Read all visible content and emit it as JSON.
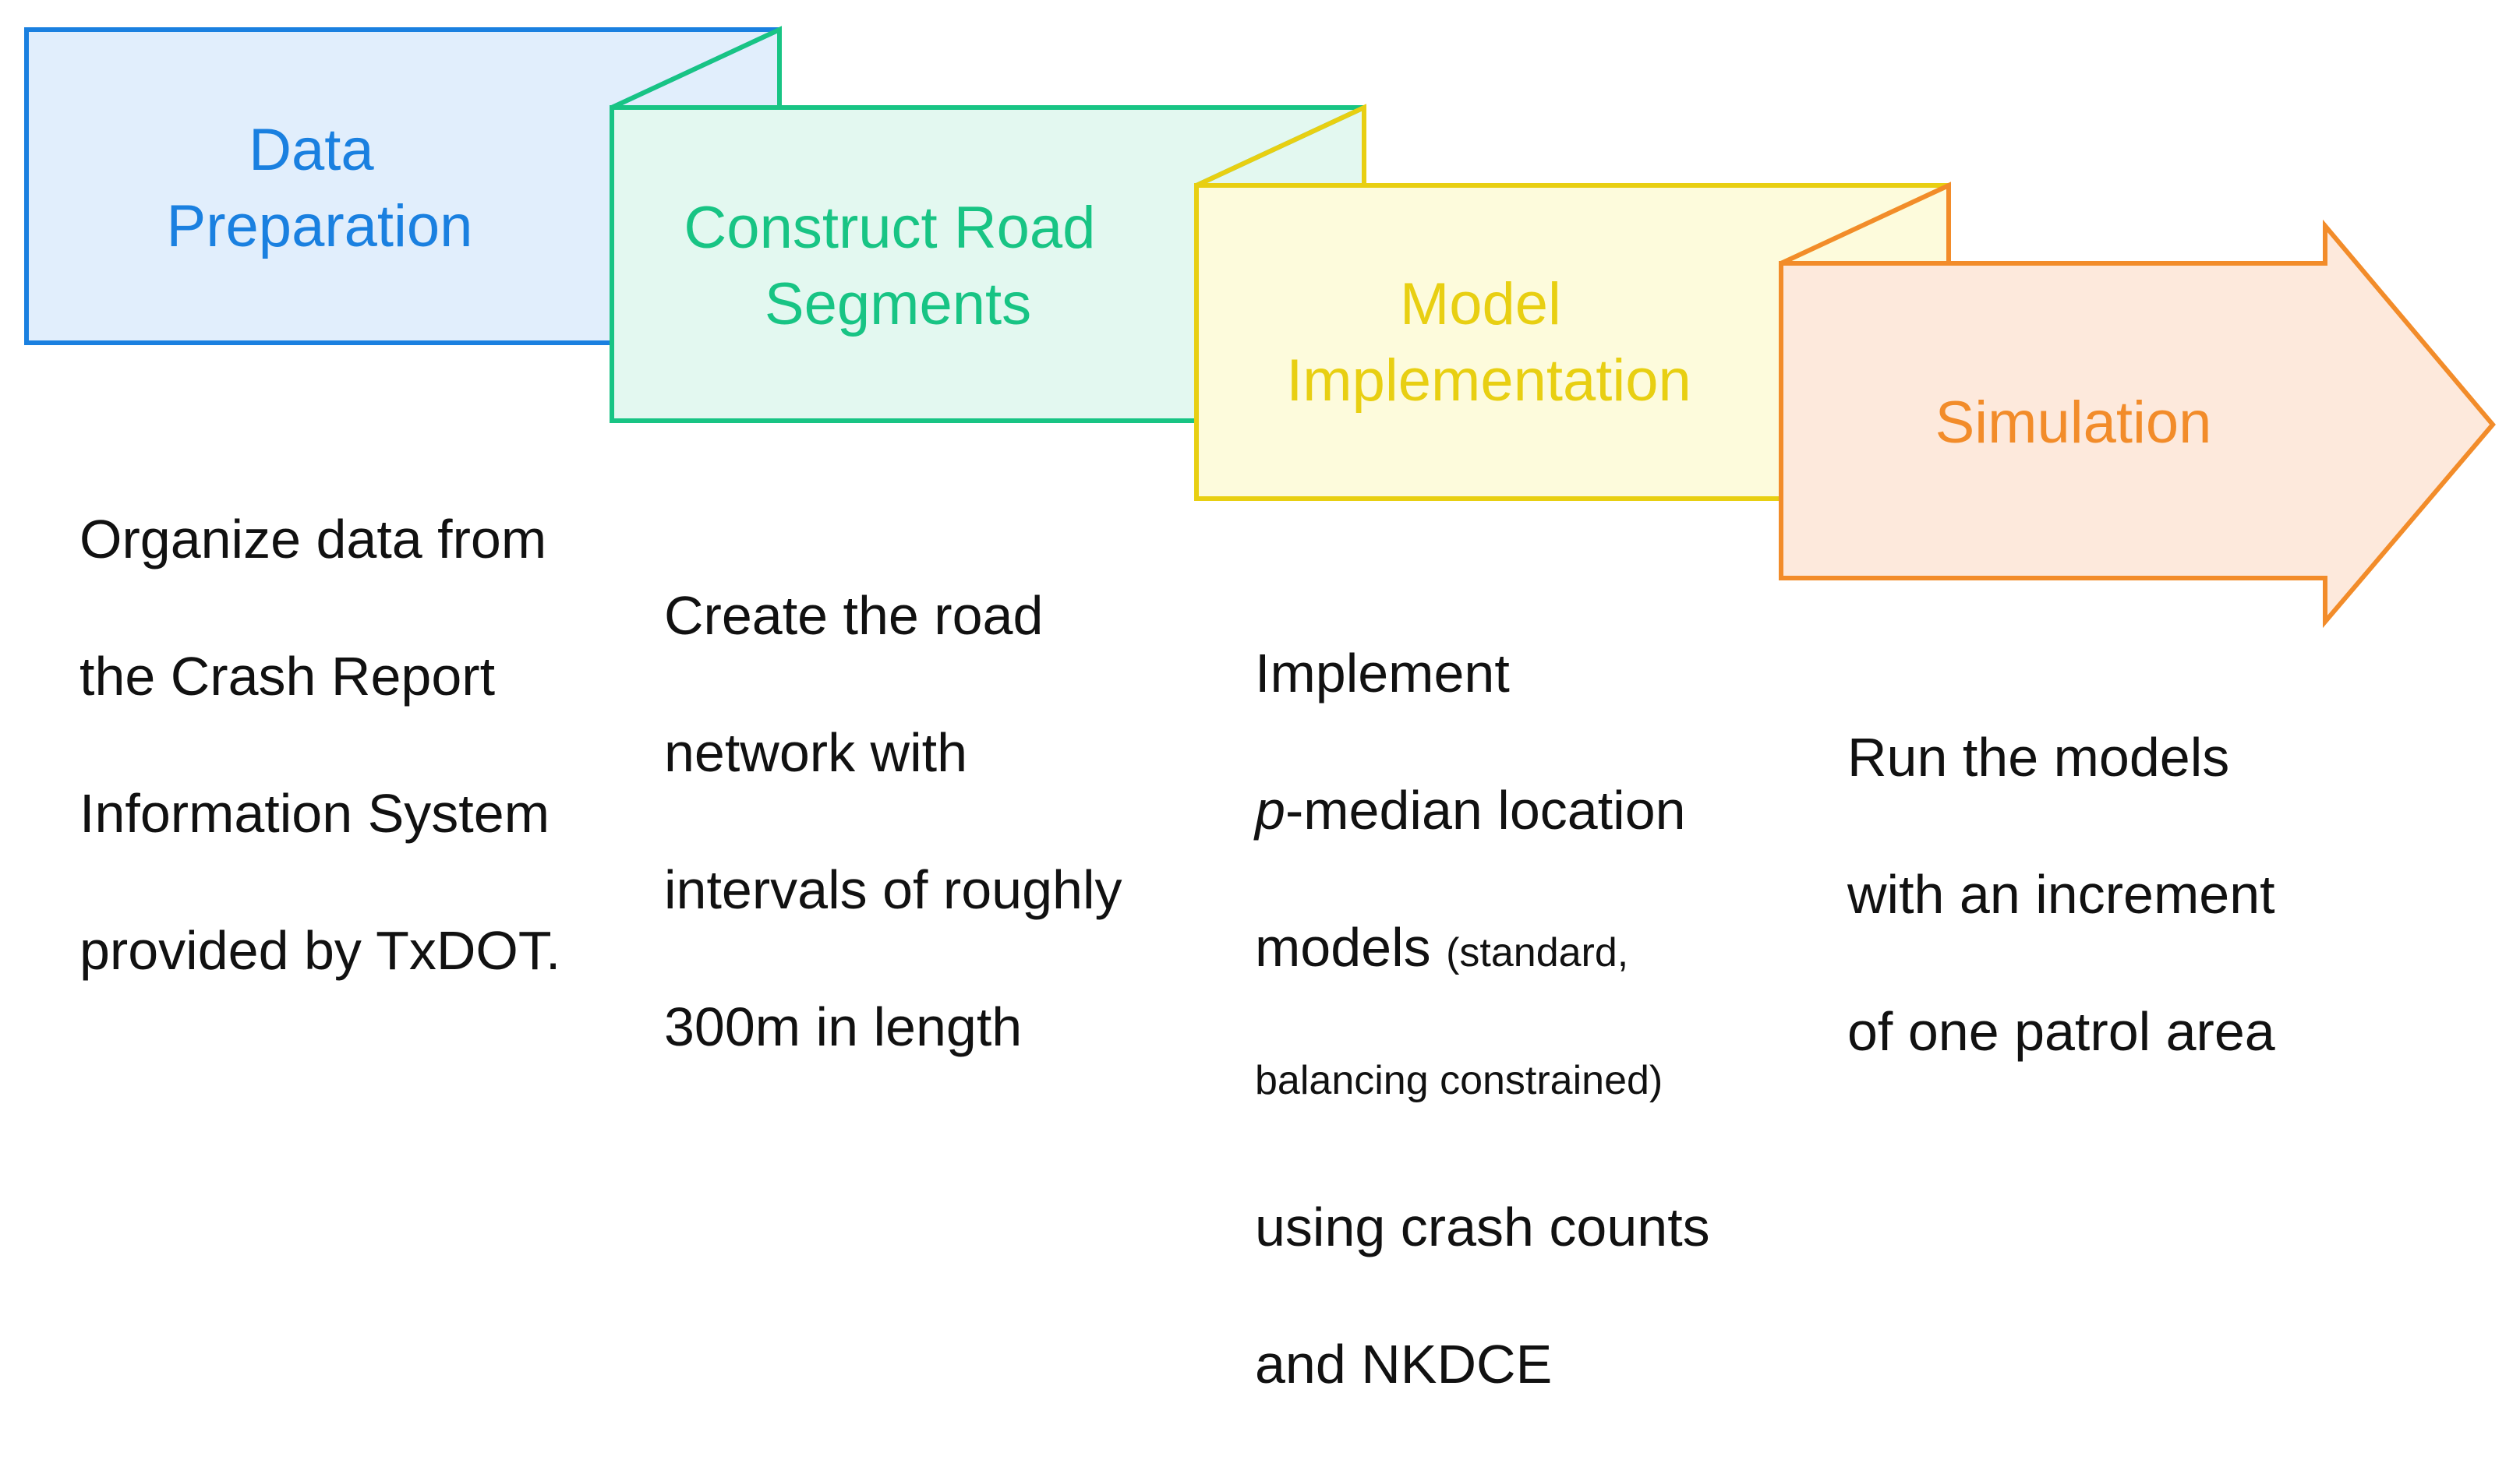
{
  "colors": {
    "data_preparation": {
      "stroke": "#1a80e0",
      "fill": "#e1eefc",
      "text": "#1a80e0"
    },
    "construct_road_segments": {
      "stroke": "#18c484",
      "fill": "#e3f8f0",
      "text": "#18c484"
    },
    "model_implementation": {
      "stroke": "#e8cf12",
      "fill": "#fdfbdc",
      "text": "#e8cf12"
    },
    "simulation": {
      "stroke": "#f28c2a",
      "fill": "#fde9dc",
      "text": "#f28c2a"
    },
    "description_text": "#111111"
  },
  "stages": [
    {
      "title_lines": [
        "Data",
        "Preparation"
      ],
      "description_lines": [
        "Organize data from",
        "the Crash Report",
        "Information System",
        "provided by TxDOT."
      ]
    },
    {
      "title_lines": [
        "Construct Road",
        "Segments"
      ],
      "description_lines": [
        "Create the road",
        "network with",
        "intervals of roughly",
        "300m in length"
      ]
    },
    {
      "title_lines": [
        "Model",
        "Implementation"
      ],
      "description": {
        "line1": "Implement",
        "line2_italic": "p",
        "line2_rest": "-median location",
        "line3_main": "models ",
        "line3_small": "(standard,",
        "line4_small": "balancing constrained)",
        "line5": "using crash counts",
        "line6": "and NKDCE"
      }
    },
    {
      "title_lines": [
        "Simulation"
      ],
      "description_lines": [
        "Run the models",
        "with an increment",
        "of one patrol area"
      ]
    }
  ]
}
